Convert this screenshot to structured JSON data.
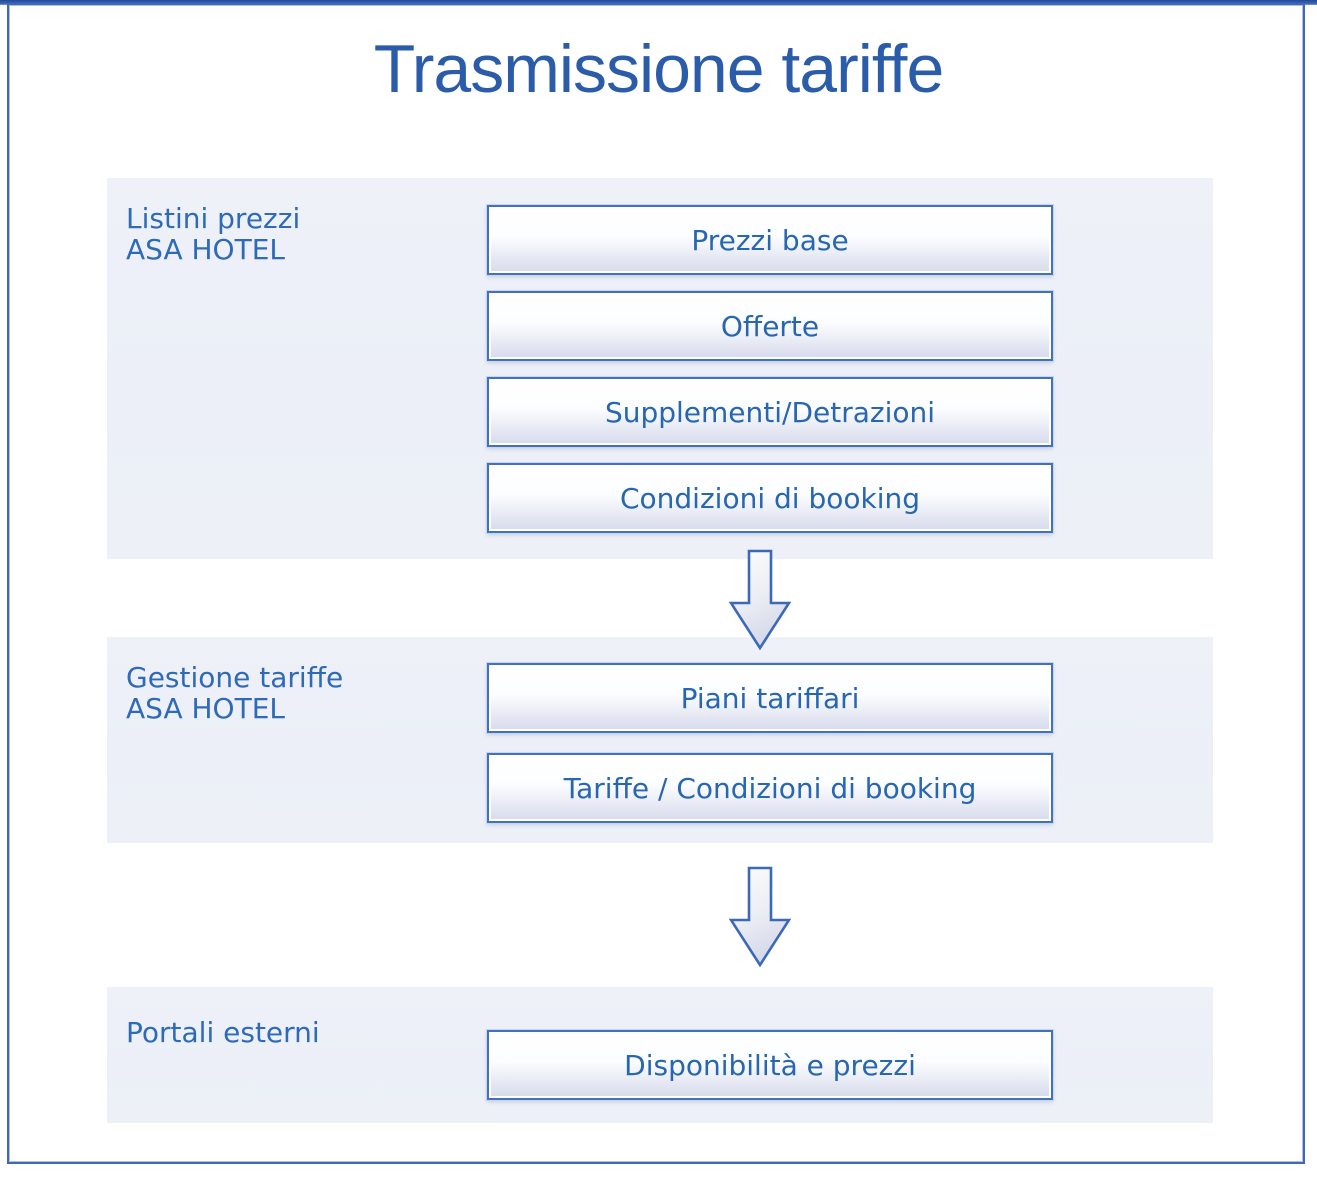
{
  "title": "Trasmissione tariffe",
  "sections": [
    {
      "label": "Listini prezzi\nASA HOTEL",
      "buttons": [
        "Prezzi base",
        "Offerte",
        "Supplementi/Detrazioni",
        "Condizioni di booking"
      ]
    },
    {
      "label": "Gestione tariffe\nASA HOTEL",
      "buttons": [
        "Piani tariffari",
        "Tariffe / Condizioni di booking"
      ]
    },
    {
      "label": "Portali esterni",
      "buttons": [
        "Disponibilità e prezzi"
      ]
    }
  ],
  "icons": {
    "flow_arrow": "down-block-arrow"
  },
  "colors": {
    "title_text": "#2b5ca9",
    "accent_text": "#2e6ab8",
    "frame_border": "#4068b6",
    "section_background": "#edf0f7",
    "button_border": "#4272b8",
    "button_gradient_bottom": "#d9dcec"
  }
}
